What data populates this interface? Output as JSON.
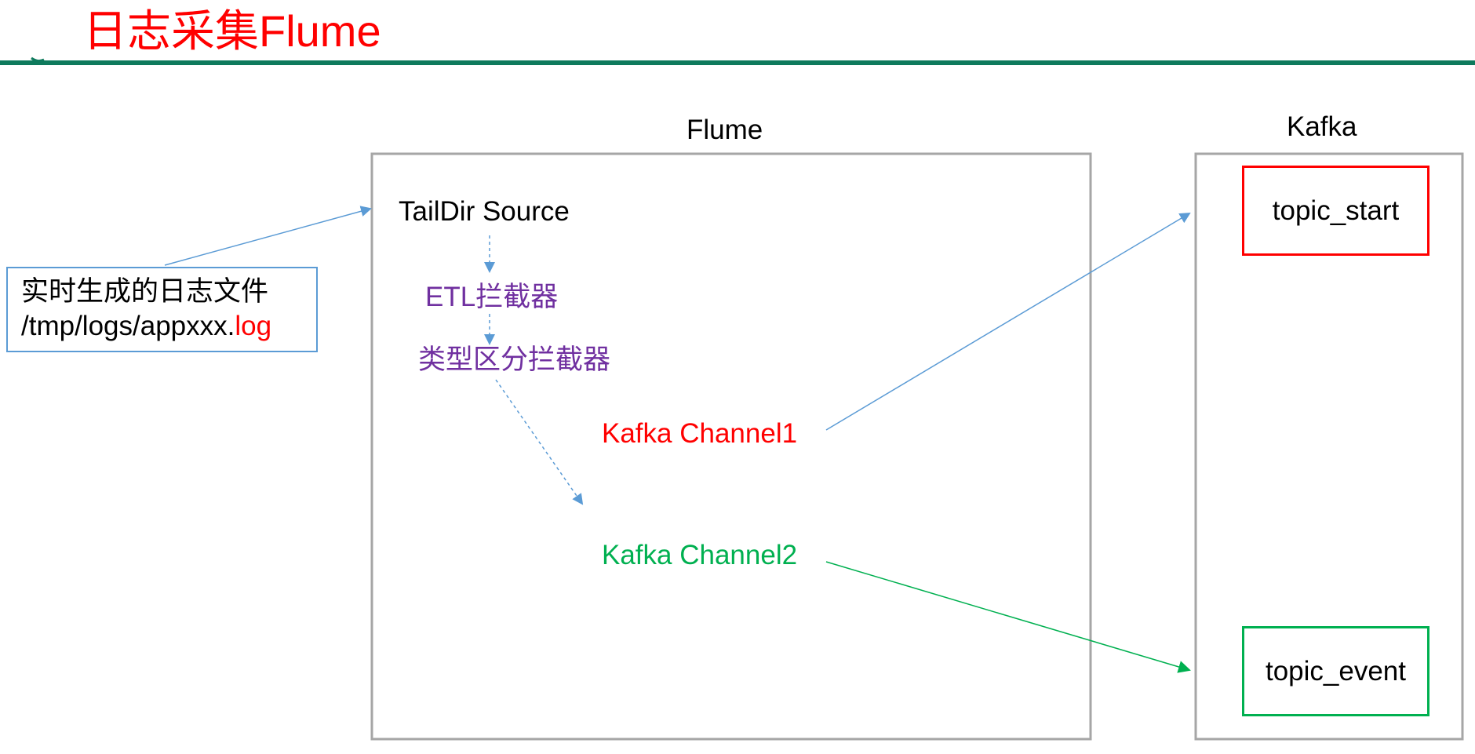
{
  "slide": {
    "title": "日志采集Flume"
  },
  "flume": {
    "title": "Flume"
  },
  "kafka": {
    "title": "Kafka"
  },
  "source_file": {
    "line1": "实时生成的日志文件",
    "path_prefix": "/tmp/logs/appxxx.",
    "path_ext": "log"
  },
  "components": {
    "source": "TailDir Source",
    "etl_interceptor": "ETL拦截器",
    "type_interceptor": "类型区分拦截器",
    "channel1": "Kafka  Channel1",
    "channel2": "Kafka Channel2"
  },
  "topics": {
    "start": "topic_start",
    "event": "topic_event"
  },
  "colors": {
    "title": "#ff0000",
    "rule": "#0e7a5c",
    "arrow_blue": "#5b9bd5",
    "interceptor": "#7030a0",
    "channel1": "#ff0000",
    "channel2": "#00b050",
    "container_border": "#a6a6a6"
  }
}
